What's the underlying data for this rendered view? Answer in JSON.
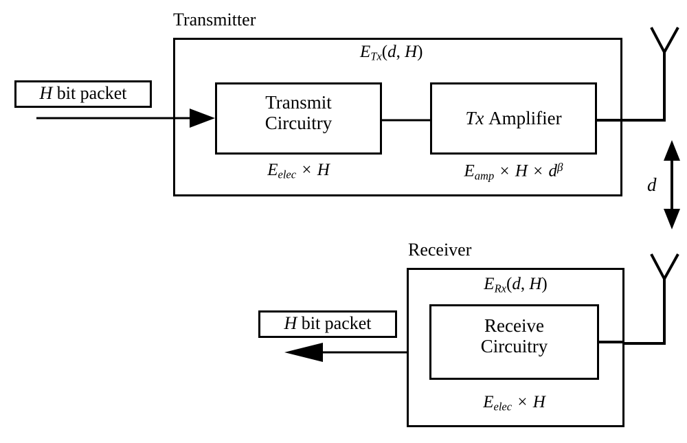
{
  "diagram": {
    "title_transmitter": "Transmitter",
    "title_receiver": "Receiver",
    "tx_energy_label": "E_Tx(d, H)",
    "rx_energy_label": "E_Rx(d, H)",
    "distance_label": "d",
    "packet_in": "H bit packet",
    "packet_out": "H bit packet",
    "blocks": [
      {
        "id": "transmit-circuitry",
        "line1": "Transmit",
        "line2": "Circuitry",
        "formula": "E_elec × H"
      },
      {
        "id": "tx-amplifier",
        "line1": "Tx Amplifier",
        "line2": "",
        "formula": "E_amp × H × d^β"
      },
      {
        "id": "receive-circuitry",
        "line1": "Receive",
        "line2": "Circuitry",
        "formula": "E_elec × H"
      }
    ],
    "symbols": {
      "E": "E",
      "sub_Tx": "Tx",
      "sub_Rx": "Rx",
      "sub_elec": "elec",
      "sub_amp": "amp",
      "H": "H",
      "d": "d",
      "beta": "β",
      "times": "×",
      "paren_open": "(",
      "paren_close": ")",
      "comma": ","
    },
    "colors": {
      "stroke": "#000000",
      "background": "#ffffff"
    },
    "icons": {
      "tx_antenna": "antenna-icon",
      "rx_antenna": "antenna-icon",
      "distance_arrow": "double-arrow-icon",
      "input_arrow": "arrow-right-icon",
      "output_arrow": "arrow-left-icon"
    }
  }
}
